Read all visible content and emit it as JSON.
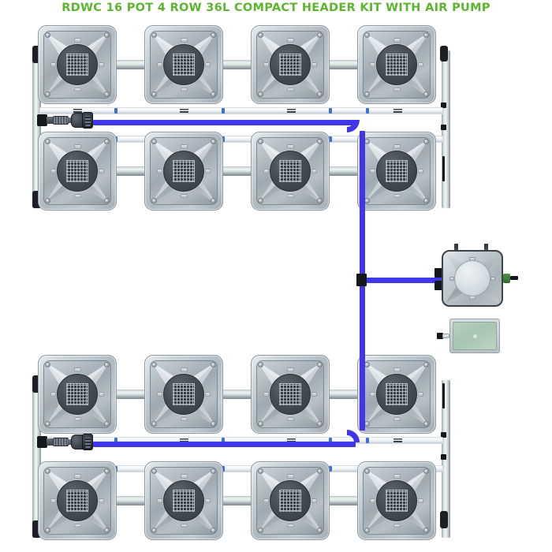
{
  "title": "RDWC 16 POT 4 ROW 36L COMPACT HEADER KIT WITH AIR PUMP",
  "colors": {
    "title_green": "#5cb52e",
    "tubing_blue": "#3f36e8",
    "pot_gray": "#c3ccd2",
    "lid_dark": "#3a4047",
    "pump_green": "#a8c4b2",
    "connector_black": "#15181c",
    "manifold_dot_blue": "#3f6fd8",
    "background": "#ffffff"
  },
  "spec": {
    "system": "RDWC",
    "pot_count": "16",
    "rows": "4",
    "volume": "36L",
    "header": "COMPACT HEADER KIT",
    "accessory": "AIR PUMP"
  },
  "layout": {
    "canvas_width": "700",
    "canvas_height": "700",
    "pot_size": "100",
    "column_x": [
      "48",
      "183",
      "318",
      "453"
    ],
    "row_y": [
      "32",
      "167",
      "450",
      "585"
    ]
  },
  "diagram": {
    "pots": [
      {
        "id": "pot-r1c1",
        "row": "1",
        "col": "1"
      },
      {
        "id": "pot-r1c2",
        "row": "1",
        "col": "2"
      },
      {
        "id": "pot-r1c3",
        "row": "1",
        "col": "3"
      },
      {
        "id": "pot-r1c4",
        "row": "1",
        "col": "4"
      },
      {
        "id": "pot-r2c1",
        "row": "2",
        "col": "1"
      },
      {
        "id": "pot-r2c2",
        "row": "2",
        "col": "2"
      },
      {
        "id": "pot-r2c3",
        "row": "2",
        "col": "3"
      },
      {
        "id": "pot-r2c4",
        "row": "2",
        "col": "4"
      },
      {
        "id": "pot-r3c1",
        "row": "3",
        "col": "1"
      },
      {
        "id": "pot-r3c2",
        "row": "3",
        "col": "2"
      },
      {
        "id": "pot-r3c3",
        "row": "3",
        "col": "3"
      },
      {
        "id": "pot-r3c4",
        "row": "3",
        "col": "4"
      },
      {
        "id": "pot-r4c1",
        "row": "4",
        "col": "1"
      },
      {
        "id": "pot-r4c2",
        "row": "4",
        "col": "2"
      },
      {
        "id": "pot-r4c3",
        "row": "4",
        "col": "3"
      },
      {
        "id": "pot-r4c4",
        "row": "4",
        "col": "4"
      }
    ],
    "reservoir": {
      "id": "reservoir-pump-pot",
      "label": "pump-head-reservoir"
    },
    "air_pump": {
      "id": "air-pump-unit",
      "label": "air-pump"
    },
    "valves": [
      {
        "id": "valve-upper",
        "row_pair": "rows-1-2"
      },
      {
        "id": "valve-lower",
        "row_pair": "rows-3-4"
      }
    ],
    "manifolds": [
      {
        "id": "manifold-row1"
      },
      {
        "id": "manifold-row2"
      },
      {
        "id": "manifold-row3"
      },
      {
        "id": "manifold-row4"
      }
    ]
  }
}
